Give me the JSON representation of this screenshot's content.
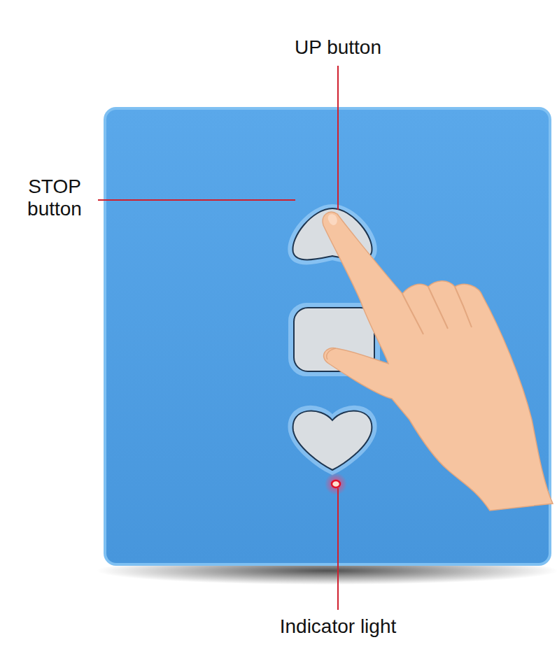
{
  "diagram": {
    "labels": [
      "UP button",
      "STOP button",
      "Indicator light"
    ]
  }
}
